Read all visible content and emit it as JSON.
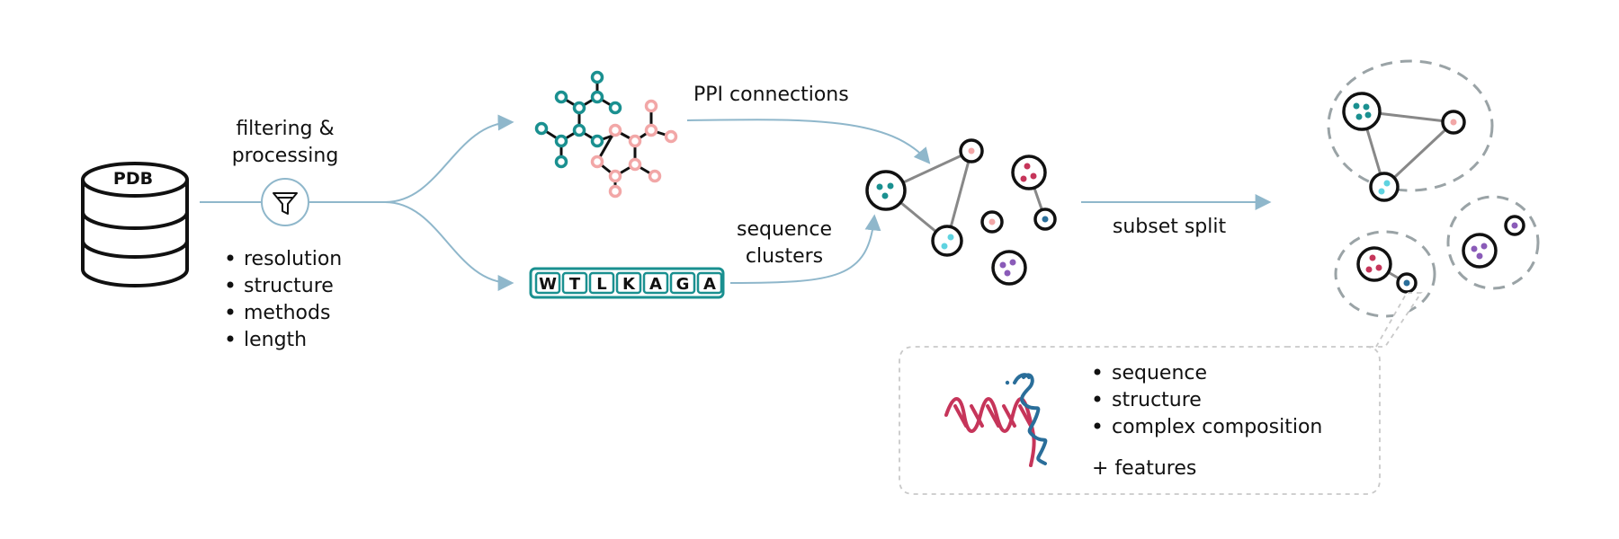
{
  "colors": {
    "flow": "#8fb7cb",
    "teal": "#1a9090",
    "pink": "#f2a7a7",
    "cyan": "#5fd3e0",
    "crimson": "#c6355a",
    "purple": "#8a5bb8",
    "blue": "#2a6e9a",
    "dashed": "#9aa3a6"
  },
  "database": {
    "label": "PDB",
    "icon": "database-icon"
  },
  "filter": {
    "title_line1": "filtering &",
    "title_line2": "processing",
    "icon": "filter-funnel-icon"
  },
  "criteria": [
    "resolution",
    "structure",
    "methods",
    "length"
  ],
  "ppi": {
    "label": "PPI connections",
    "icon": "molecular-graph-icon"
  },
  "sequence": {
    "letters": [
      "W",
      "T",
      "L",
      "K",
      "A",
      "G",
      "A"
    ],
    "label_line1": "sequence",
    "label_line2": "clusters"
  },
  "split": {
    "label": "subset split"
  },
  "details": {
    "items": [
      "sequence",
      "structure",
      "complex composition"
    ],
    "extra": "+ features",
    "icon": "protein-helix-icon"
  }
}
